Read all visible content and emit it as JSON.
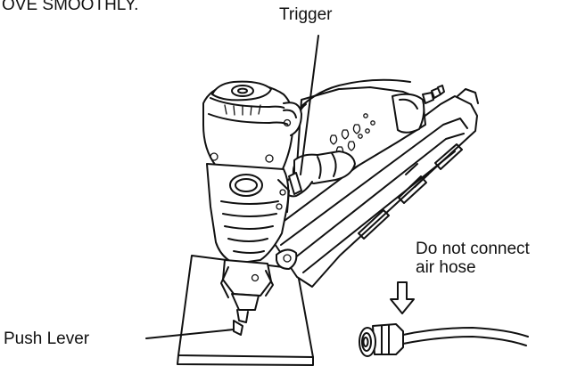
{
  "caption_fragment": "OVE SMOOTHLY.",
  "labels": {
    "trigger": "Trigger",
    "push_lever": "Push Lever",
    "hose_line1": "Do not connect",
    "hose_line2": "air hose"
  },
  "colors": {
    "ink": "#111111",
    "paper": "#ffffff"
  },
  "icons": {
    "down_arrow": "hollow-down-arrow-icon"
  }
}
